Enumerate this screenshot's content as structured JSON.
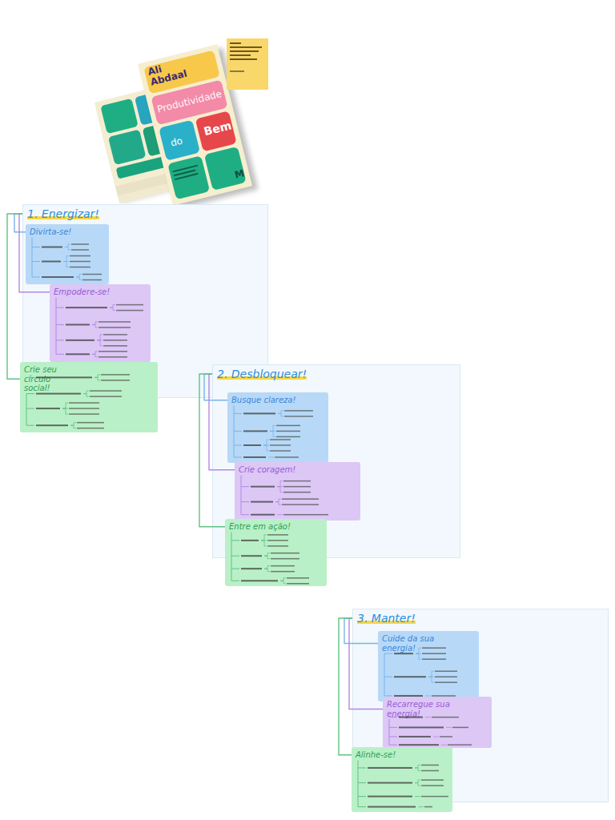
{
  "diagram": {
    "nodes": [
      {
        "text": [
          "1. Energizar!"
        ]
      },
      {
        "text": [
          "Divirta-se!"
        ]
      },
      {
        "text": [
          "Empodere-se!"
        ]
      },
      {
        "text": [
          "Crie seu círculo social!"
        ]
      },
      {
        "text": [
          "2. Desbloquear!"
        ]
      },
      {
        "text": [
          "Busque clareza!"
        ]
      },
      {
        "text": [
          "Crie coragem!"
        ]
      },
      {
        "text": [
          "Entre em ação!"
        ]
      },
      {
        "text": [
          "3. Manter!"
        ]
      },
      {
        "text": [
          "Cuide da sua energia!"
        ]
      },
      {
        "text": [
          "Recarregue sua energia!"
        ]
      },
      {
        "text": [
          "Alinhe-se!"
        ]
      }
    ],
    "edges": [
      {
        "from": 0,
        "to": 1,
        "arrow": "none"
      },
      {
        "from": 0,
        "to": 2,
        "arrow": "none"
      },
      {
        "from": 0,
        "to": 3,
        "arrow": "none"
      },
      {
        "from": 4,
        "to": 5,
        "arrow": "none"
      },
      {
        "from": 4,
        "to": 6,
        "arrow": "none"
      },
      {
        "from": 4,
        "to": 7,
        "arrow": "none"
      },
      {
        "from": 8,
        "to": 9,
        "arrow": "none"
      },
      {
        "from": 8,
        "to": 10,
        "arrow": "none"
      },
      {
        "from": 8,
        "to": 11,
        "arrow": "none"
      }
    ],
    "labels": [
      "Ali Abdaal",
      "Produtividade",
      "do",
      "Bem",
      "M"
    ]
  }
}
